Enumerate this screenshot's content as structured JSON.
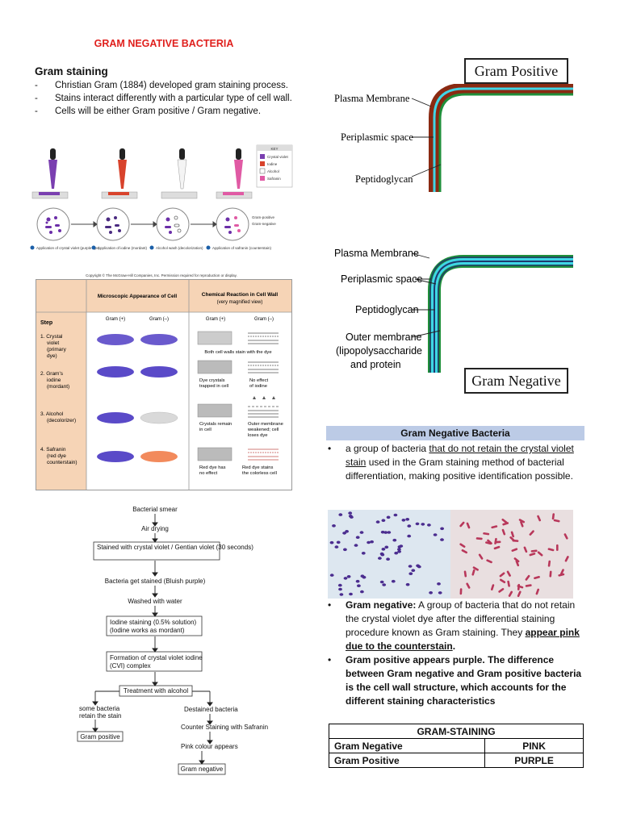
{
  "page": {
    "title": "GRAM NEGATIVE BACTERIA"
  },
  "gram_staining": {
    "heading": "Gram staining",
    "bullets": [
      "Christian Gram (1884) developed gram staining process.",
      "Stains interact differently with a particular type of cell wall.",
      "Cells will be either Gram positive / Gram negative."
    ]
  },
  "procedure_figure": {
    "key_title": "KEY",
    "key_items": [
      {
        "label": "Crystal violet",
        "color": "#7a3fb0"
      },
      {
        "label": "Iodine",
        "color": "#d8432c"
      },
      {
        "label": "Alcohol",
        "color": "#ffffff"
      },
      {
        "label": "Safranin",
        "color": "#e05aa4"
      }
    ],
    "steps": [
      {
        "num": "1",
        "caption": "Application of crystal violet (purple dye)"
      },
      {
        "num": "2",
        "caption": "Application of iodine (mordant)"
      },
      {
        "num": "3",
        "caption": "Alcohol wash (decolorization)"
      },
      {
        "num": "4",
        "caption": "Application of safranin (counterstain)"
      }
    ],
    "result_labels": [
      "Gram-positive",
      "Gram-negative"
    ],
    "copyright": "Copyright © The McGraw-Hill Companies, Inc. Permission required for reproduction or display."
  },
  "stain_table": {
    "col_headers": [
      "Microscopic Appearance of Cell",
      "Chemical Reaction in Cell Wall"
    ],
    "col_subheader": "(very magnified view)",
    "step_header": "Step",
    "sub_labels": [
      "Gram (+)",
      "Gram (–)",
      "Gram (+)",
      "Gram (–)"
    ],
    "rows": [
      {
        "step": "1. Crystal violet (primary dye)",
        "note_pos": "Both cell walls stain with the dye",
        "note_neg": ""
      },
      {
        "step": "2. Gram's iodine (mordant)",
        "note_pos": "Dye crystals trapped in cell",
        "note_neg": "No effect of iodine"
      },
      {
        "step": "3. Alcohol (decolorizer)",
        "note_pos": "Crystals remain in cell",
        "note_neg": "Outer membrane weakened; cell loses dye"
      },
      {
        "step": "4. Safranin (red dye counterstain)",
        "note_pos": "Red dye has no effect",
        "note_neg": "Red dye stains the colorless cell"
      }
    ]
  },
  "flowchart": {
    "steps": [
      "Bacterial smear",
      "Air drying",
      "Stained with crystal violet / Gentian violet (30 seconds)",
      "Bacteria get stained (Bluish purple)",
      "Washed with water",
      "Iodine staining (0.5% solution) (Iodine works as mordant)",
      "Formation of crystal violet iodine (CVI) complex",
      "Treatment with alcohol"
    ],
    "left_branch": [
      "some bacteria retain the stain",
      "Gram positive"
    ],
    "right_branch": [
      "Destained bacteria",
      "Counter Staining with Safranin",
      "Pink colour appears",
      "Gram negative"
    ]
  },
  "diagrams": {
    "gram_positive_title": "Gram Positive",
    "gram_positive_labels": [
      "Plasma Membrane",
      "Periplasmic space",
      "Peptidoglycan"
    ],
    "gram_negative_labels": [
      "Plasma Membrane",
      "Periplasmic space",
      "Peptidoglycan",
      "Outer membrane",
      "(lipopolysaccharide",
      "and protein"
    ],
    "gram_negative_title": "Gram Negative"
  },
  "gram_negative_section": {
    "header": "Gram Negative Bacteria",
    "bullet1_pre": "a group of bacteria ",
    "bullet1_u": "that do not retain the crystal violet stain",
    "bullet1_post": " used in the Gram staining method of bacterial differentiation, making positive identification possible.",
    "bullet2_bold": "Gram negative:",
    "bullet2_text": "  A group of bacteria that do not retain the crystal violet dye after the differential staining procedure known as Gram staining.  They ",
    "bullet2_ub": "appear pink due to the counterstain",
    "bullet2_end": ".",
    "bullet3_bold": "Gram positive appears purple.",
    "bullet3_text": " The difference between Gram negative and Gram positive bacteria is the cell wall structure, which accounts for the different staining characteristics"
  },
  "summary_table": {
    "header": "GRAM-STAINING",
    "rows": [
      {
        "label": "Gram Negative",
        "value": "PINK"
      },
      {
        "label": "Gram Positive",
        "value": "PURPLE"
      }
    ]
  },
  "colors": {
    "title_red": "#e0201d",
    "header_blue": "#bccbe6",
    "gram_pos_wall": "#8a2a12",
    "gram_green": "#1f8f3a",
    "periplasm_cyan": "#3fd6e6"
  }
}
